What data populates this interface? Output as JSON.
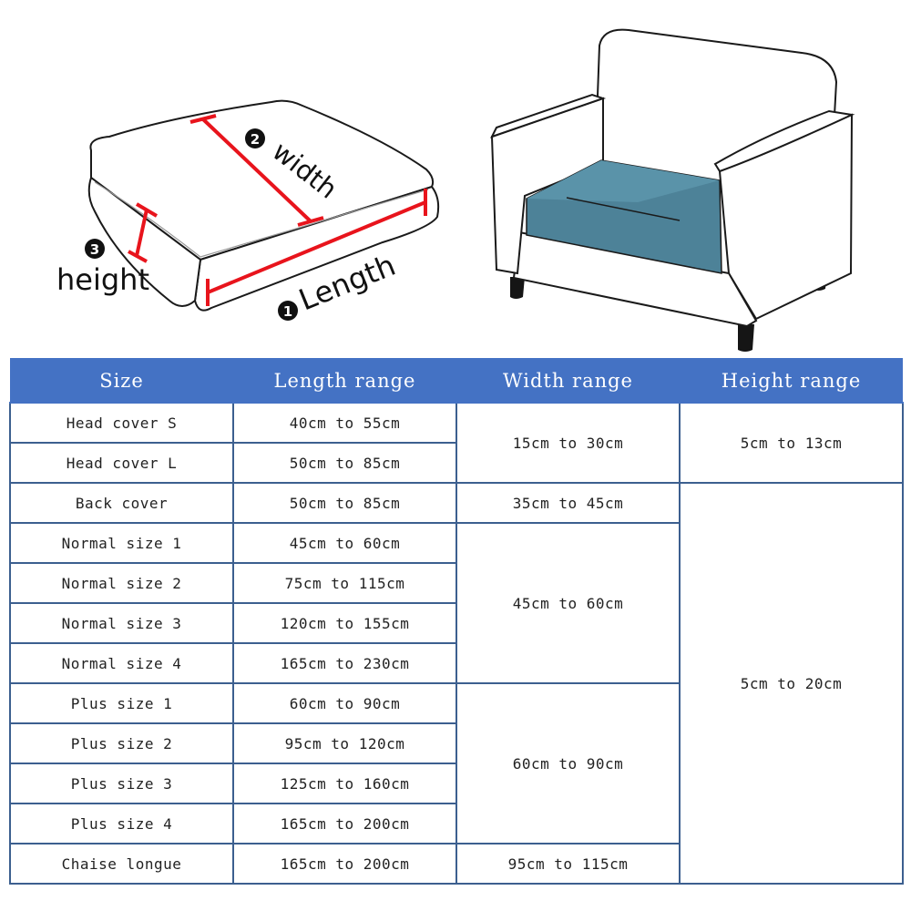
{
  "illustration": {
    "labels": {
      "length": "Length",
      "width": "width",
      "height": "height"
    },
    "numbers": {
      "length": "1",
      "width": "2",
      "height": "3"
    },
    "colors": {
      "measure_line": "#e8141c",
      "cushion_fill": "#4d8298",
      "outline": "#1a1a1a"
    }
  },
  "table": {
    "headers": {
      "size": "Size",
      "length": "Length range",
      "width": "Width range",
      "height": "Height range"
    },
    "rows": {
      "head_s": {
        "size": "Head cover S",
        "length": "40cm to 55cm"
      },
      "head_l": {
        "size": "Head cover L",
        "length": "50cm to 85cm"
      },
      "back": {
        "size": "Back cover",
        "length": "50cm to 85cm"
      },
      "normal1": {
        "size": "Normal size 1",
        "length": "45cm to 60cm"
      },
      "normal2": {
        "size": "Normal size 2",
        "length": "75cm to 115cm"
      },
      "normal3": {
        "size": "Normal size 3",
        "length": "120cm to 155cm"
      },
      "normal4": {
        "size": "Normal size 4",
        "length": "165cm to 230cm"
      },
      "plus1": {
        "size": "Plus size 1",
        "length": "60cm to 90cm"
      },
      "plus2": {
        "size": "Plus size 2",
        "length": "95cm to 120cm"
      },
      "plus3": {
        "size": "Plus size 3",
        "length": "125cm to 160cm"
      },
      "plus4": {
        "size": "Plus size 4",
        "length": "165cm to 200cm"
      },
      "chaise": {
        "size": "Chaise longue",
        "length": "165cm to 200cm"
      }
    },
    "widths": {
      "head": "15cm to 30cm",
      "back": "35cm to 45cm",
      "normal": "45cm to 60cm",
      "plus": "60cm to 90cm",
      "chaise": "95cm to 115cm"
    },
    "heights": {
      "head": "5cm to 13cm",
      "rest": "5cm to 20cm"
    },
    "colors": {
      "header_bg": "#4472c4",
      "header_text": "#ffffff",
      "border": "#3c5f8f"
    }
  }
}
